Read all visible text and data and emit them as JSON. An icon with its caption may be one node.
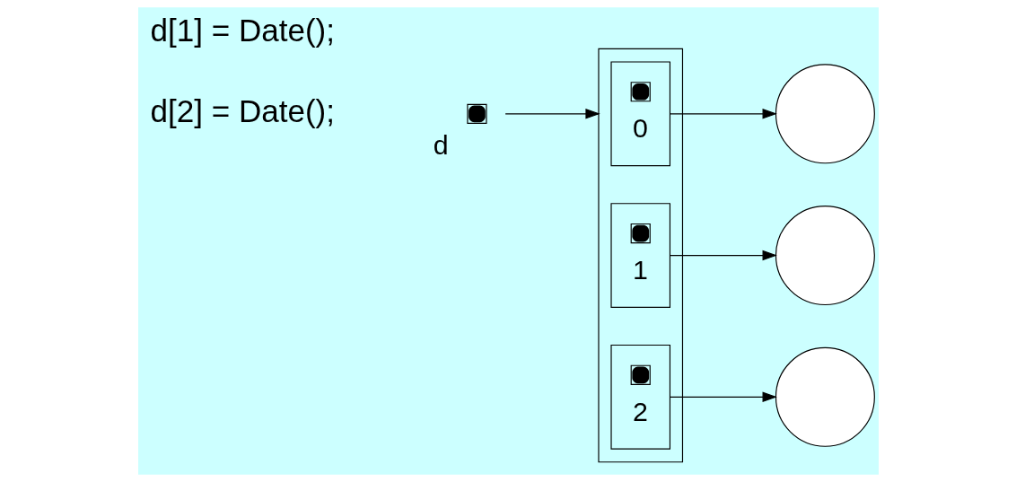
{
  "diagram": {
    "nodes": [
      {
        "text": [],
        "shape": "box",
        "beside": [
          "d"
        ]
      },
      {
        "text": [],
        "shape": "box"
      },
      {
        "text": [
          "0"
        ],
        "in": 1
      },
      {
        "text": [
          "1"
        ],
        "in": 1
      },
      {
        "text": [
          "2"
        ],
        "in": 1
      },
      {
        "text": [],
        "shape": "circle"
      },
      {
        "text": [],
        "shape": "circle"
      },
      {
        "text": [],
        "shape": "circle"
      }
    ],
    "edges": [
      {
        "from": 0,
        "to": 1,
        "arrow": "to"
      },
      {
        "from": 2,
        "to": 5,
        "arrow": "to"
      },
      {
        "from": 3,
        "to": 6,
        "arrow": "to"
      },
      {
        "from": 4,
        "to": 7,
        "arrow": "to"
      }
    ],
    "labels": [
      "d[1] = Date();",
      "d[2] = Date();"
    ]
  }
}
